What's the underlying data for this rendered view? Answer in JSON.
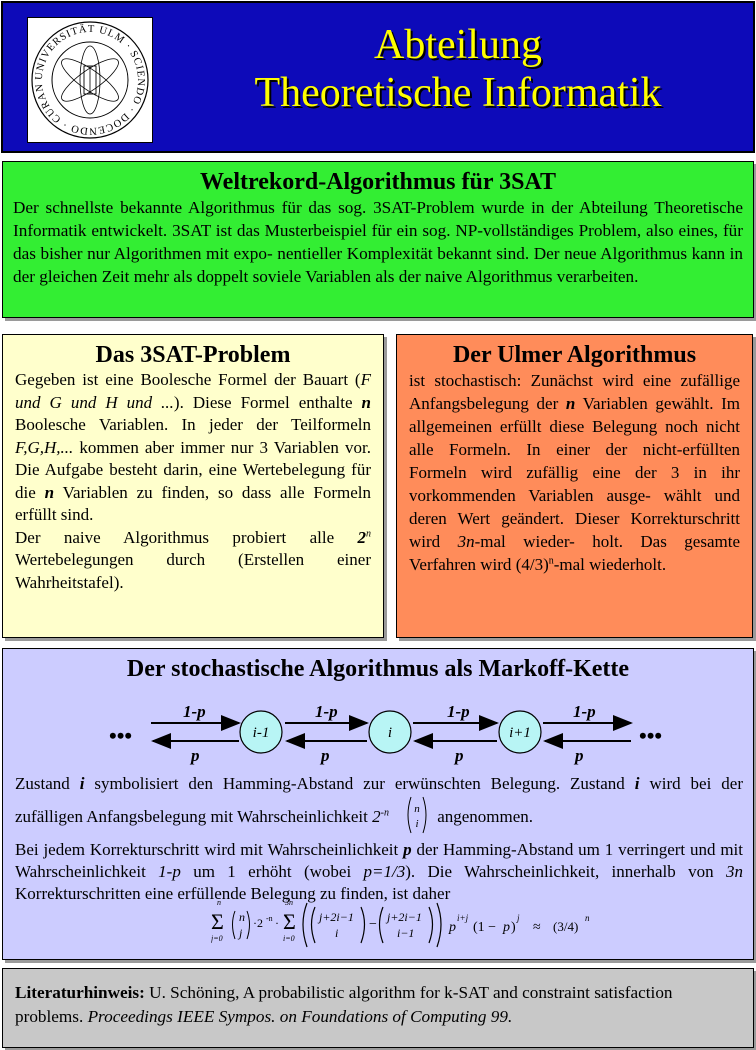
{
  "header": {
    "title_line1": "Abteilung",
    "title_line2": "Theoretische Informatik",
    "seal_text": "UNIVERSITÄT ULM · SCIENDO · DOCENDO · CURANDO ·"
  },
  "record": {
    "title": "Weltrekord-Algorithmus für 3SAT",
    "body": "Der schnellste bekannte Algorithmus für das sog. 3SAT-Problem wurde in der Abteilung Theoretische Informatik entwickelt. 3SAT ist das Musterbeispiel für ein sog. NP-vollständiges Problem, also eines, für das bisher nur Algorithmen mit expo- nentieller Komplexität bekannt sind. Der neue Algorithmus kann in der gleichen Zeit mehr als doppelt soviele Variablen als der naive Algorithmus verarbeiten."
  },
  "problem": {
    "title": "Das 3SAT-Problem",
    "p1a": "Gegeben ist eine Boolesche Formel der Bauart (",
    "p1_formula": "F und G und H und ...",
    "p1b": "). Diese Formel enthalte ",
    "var_n": "n",
    "p1c": " Boolesche Variablen. In jeder der Teilformeln ",
    "p1_list": "F,G,H,...",
    "p1d": " kommen aber immer nur 3 Variablen vor. Die Aufgabe besteht darin, eine Wertebelegung für die ",
    "p1e": " Variablen zu finden, so dass alle Formeln erfüllt sind.",
    "p2a": "Der naive Algorithmus probiert alle ",
    "p2_base": "2",
    "p2_exp": "n",
    "p2b": " Wertebelegungen durch (Erstellen einer Wahrheitstafel)."
  },
  "ulm": {
    "title": "Der Ulmer Algorithmus",
    "a": "ist stochastisch: Zunächst wird eine zufällige Anfangsbelegung der ",
    "var_n": "n",
    "b": " Variablen gewählt. Im allgemeinen erfüllt diese Belegung noch nicht alle Formeln. In einer der nicht-erfüllten Formeln wird zufällig eine der 3 in ihr vorkommenden Variablen ausge- wählt und deren Wert geändert. Dieser Korrekturschritt wird ",
    "steps": "3n",
    "c": "-mal wieder- holt. Das gesamte Verfahren wird ",
    "rep_base": "(4/3)",
    "rep_exp": "n",
    "d": "-mal wiederholt."
  },
  "markov": {
    "title": "Der stochastische Algorithmus als Markoff-Kette",
    "states": [
      "i-1",
      "i",
      "i+1"
    ],
    "forward_label": "1-p",
    "backward_label": "p",
    "ellipsis": "•••",
    "t1a": "Zustand ",
    "var_i": "i",
    "t1b": " symbolisiert den Hamming-Abstand zur erwünschten Belegung. Zustand ",
    "t1c": " wird bei der zufälligen Anfangsbelegung mit Wahrscheinlichkeit ",
    "prob_base": "2",
    "prob_exp": "-n",
    "t1d": " angenommen.",
    "t2a": "Bei jedem Korrekturschritt wird mit Wahrscheinlichkeit ",
    "var_p": "p",
    "t2b": " der Hamming-Abstand um 1 verringert und mit Wahrscheinlichkeit ",
    "t2_1p": "1-p",
    "t2c": " um 1 erhöht (wobei ",
    "t2_peq": "p=1/3",
    "t2d": "). Die Wahrscheinlichkeit, innerhalb von ",
    "t2_3n": "3n",
    "t2e": " Korrekturschritten eine erfüllende Belegung zu finden, ist daher",
    "approx_result": "(3/4)",
    "approx_exp": "n"
  },
  "literature": {
    "label": "Literaturhinweis:",
    "text": " U. Schöning, A probabilistic algorithm for k-SAT and constraint satisfaction problems. ",
    "venue": "Proceedings IEEE Sympos. on Foundations of Computing 99."
  },
  "colors": {
    "header_bg": "#0d0ab9",
    "title": "#ffff00",
    "record_bg": "#33ee33",
    "problem_bg": "#ffffcc",
    "ulm_bg": "#ff8c5a",
    "markov_bg": "#ccccff",
    "literature_bg": "#c8c8c8",
    "state_fill": "#b8f5f5"
  }
}
